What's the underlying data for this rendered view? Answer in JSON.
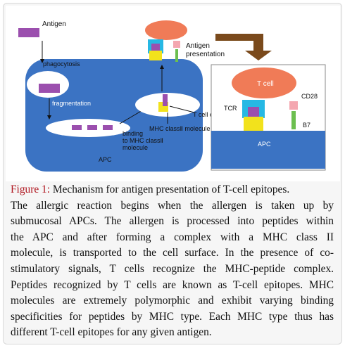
{
  "figure": {
    "labels": {
      "antigen": "Antigen",
      "phagocytosis": "phagocytosis",
      "fragmentation": "fragmentation",
      "binding_1": "binding",
      "binding_2": "to MHC classⅡ",
      "binding_3": "molecule",
      "apc": "APC",
      "antigen_presentation_1": "Antigen",
      "antigen_presentation_2": "presentation",
      "t_cell_epitope": "T cell epitope",
      "mhc_class_ii_molecule": "MHC classⅡ molecule",
      "inset_t_cell": "T cell",
      "inset_tcr": "TCR",
      "inset_cd28": "CD28",
      "inset_b7": "B7",
      "inset_apc": "APC"
    },
    "colors": {
      "apc_blue": "#3b73c3",
      "antigen_purple": "#9b4fae",
      "tcell_orange": "#f07b57",
      "tcr_cyan": "#26b8e4",
      "mhc_yellow": "#f2e21c",
      "cd28_pink": "#f4a7b0",
      "b7_green": "#6cbf4f",
      "arrow_brown": "#7a4a1c"
    }
  },
  "caption": {
    "label": "Figure 1:",
    "title": " Mechanism for antigen presentation of T-cell epitopes.",
    "lines": [
      "The allergic reaction begins when the allergen is taken up by",
      "submucosal APCs. The allergen is processed into peptides within",
      "the APC and after forming a complex with a MHC class II",
      "molecule, is transported to the cell surface. In the presence of co-",
      "stimulatory signals, T cells recognize the MHC-peptide complex.",
      "Peptides recognized by T cells are known as T-cell epitopes. MHC",
      "molecules are extremely polymorphic and exhibit varying binding",
      "specificities for peptides by MHC type. Each MHC type thus has",
      "different T-cell epitopes for any given antigen."
    ]
  }
}
